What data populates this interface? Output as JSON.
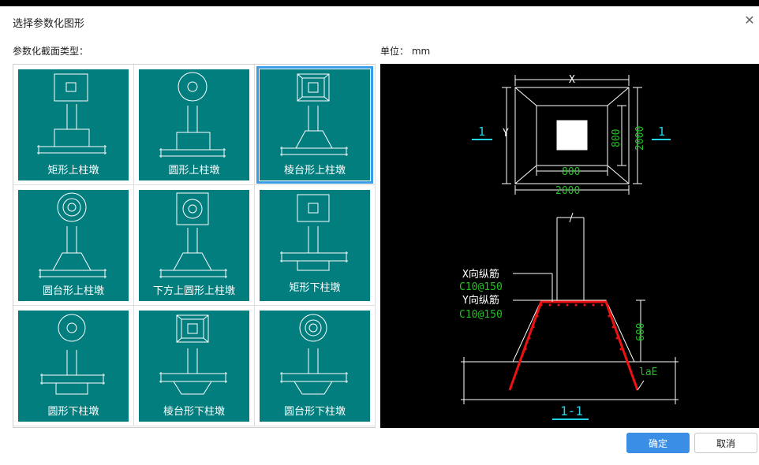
{
  "dialog": {
    "title": "选择参数化图形",
    "section_label": "参数化截面类型：",
    "unit_label": "单位：",
    "unit_value": "mm"
  },
  "shapes": [
    {
      "name": "矩形上柱墩",
      "selected": false
    },
    {
      "name": "圆形上柱墩",
      "selected": false
    },
    {
      "name": "棱台形上柱墩",
      "selected": true
    },
    {
      "name": "圆台形上柱墩",
      "selected": false
    },
    {
      "name": "下方上圆形上柱墩",
      "selected": false
    },
    {
      "name": "矩形下柱墩",
      "selected": false
    },
    {
      "name": "圆形下柱墩",
      "selected": false
    },
    {
      "name": "棱台形下柱墩",
      "selected": false
    },
    {
      "name": "圆台形下柱墩",
      "selected": false
    }
  ],
  "preview": {
    "dim_x": "X",
    "dim_y": "Y",
    "dim_inner_h": "800",
    "dim_outer_h": "2000",
    "dim_inner_w": "800",
    "dim_outer_w": "2000",
    "section_mark_left": "1",
    "section_mark_right": "1",
    "x_rebar_label": "X向纵筋",
    "x_rebar_spec": "C10@150",
    "y_rebar_label": "Y向纵筋",
    "y_rebar_spec": "C10@150",
    "height_dim": "600",
    "anchor_label": "laE",
    "section_title": "1-1"
  },
  "buttons": {
    "ok": "确定",
    "cancel": "取消"
  },
  "colors": {
    "tile": "#037e7f",
    "accent": "#3a8ee6",
    "preview_bg": "#000000",
    "dim_green": "#22c022",
    "section_cyan": "#22d3e6",
    "rebar_red": "#ee1111"
  }
}
